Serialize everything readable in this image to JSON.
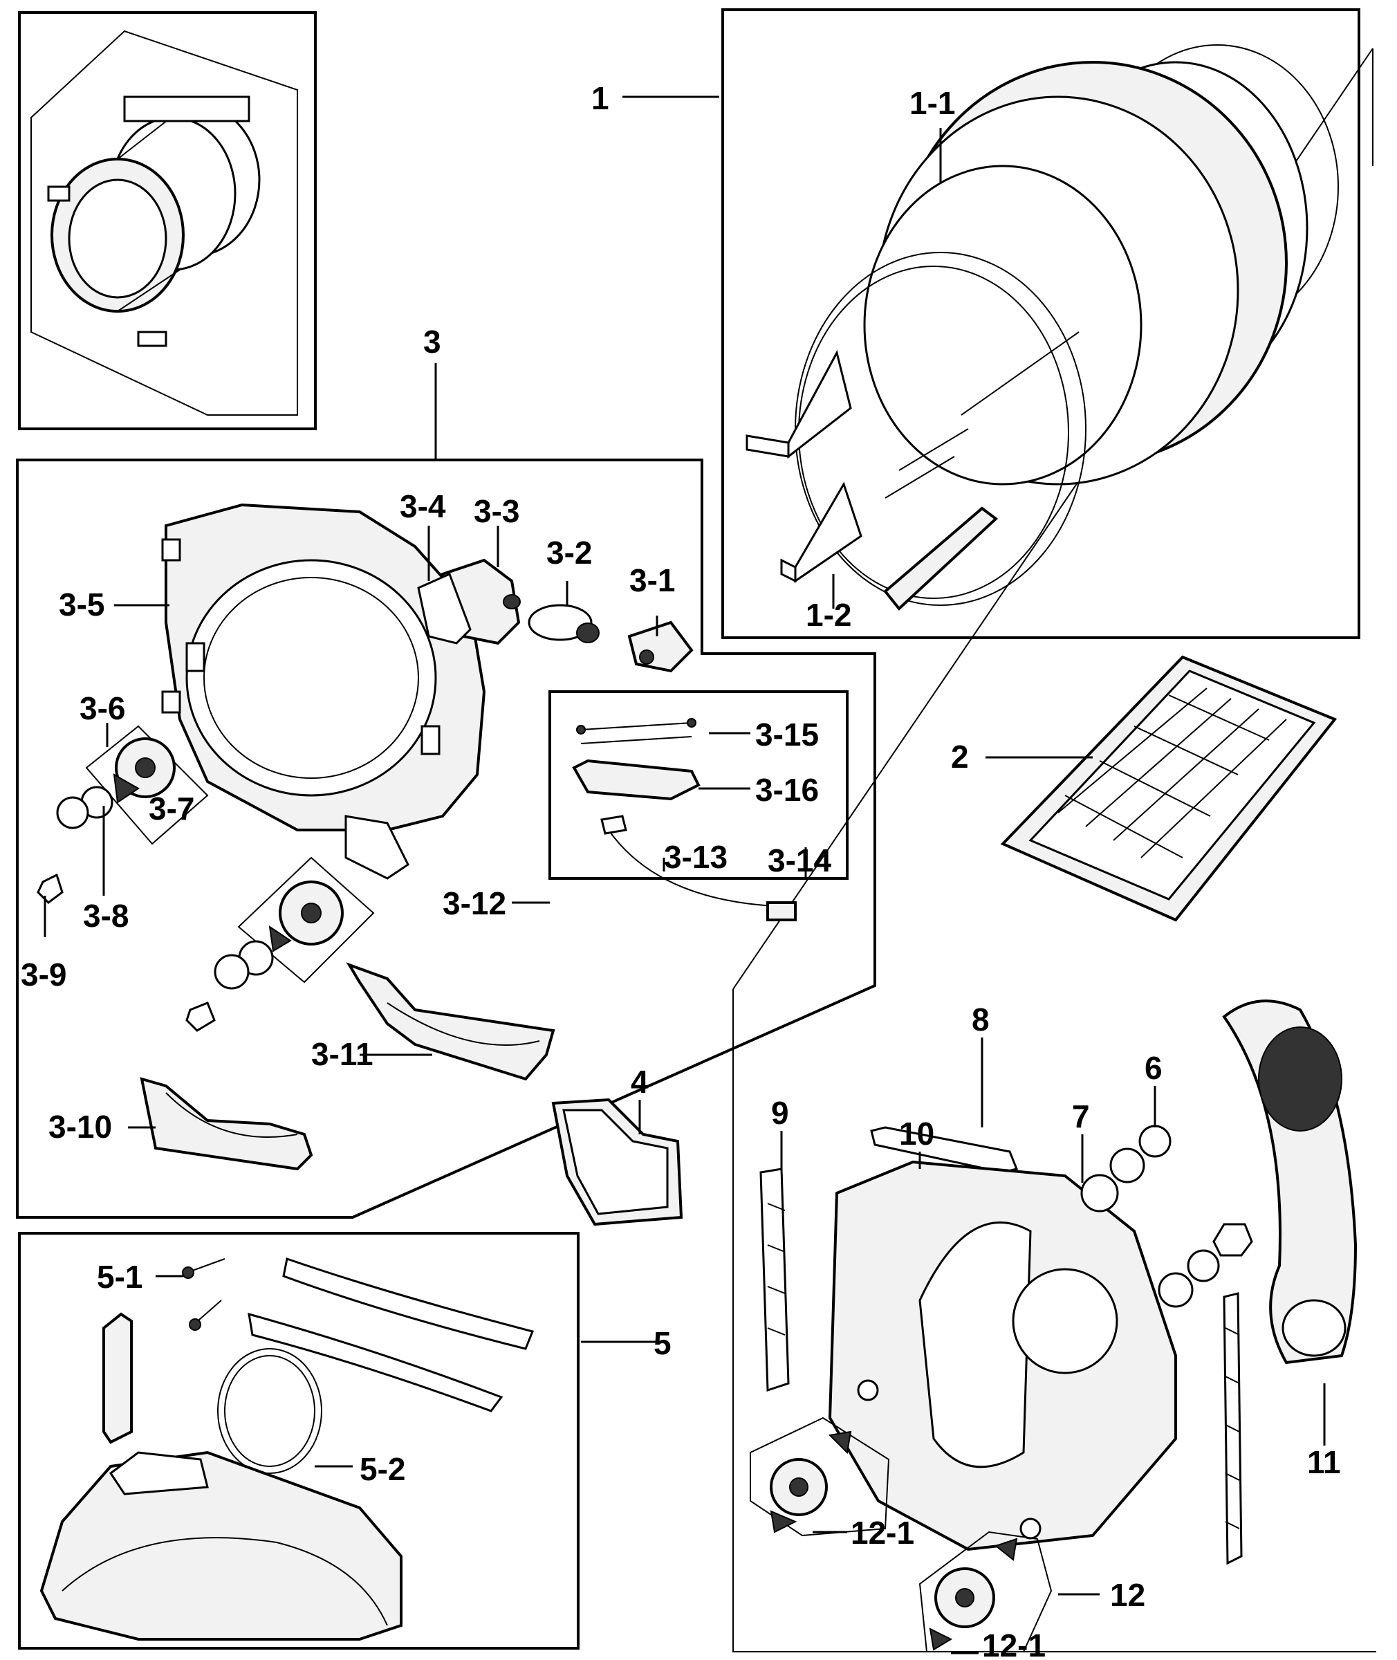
{
  "labels": {
    "l1": "1",
    "l1_1": "1-1",
    "l1_2": "1-2",
    "l2": "2",
    "l3": "3",
    "l3_1": "3-1",
    "l3_2": "3-2",
    "l3_3": "3-3",
    "l3_4": "3-4",
    "l3_5": "3-5",
    "l3_6": "3-6",
    "l3_7": "3-7",
    "l3_8": "3-8",
    "l3_9": "3-9",
    "l3_10": "3-10",
    "l3_11": "3-11",
    "l3_12": "3-12",
    "l3_13": "3-13",
    "l3_14": "3-14",
    "l3_15": "3-15",
    "l3_16": "3-16",
    "l4": "4",
    "l5": "5",
    "l5_1": "5-1",
    "l5_2": "5-2",
    "l6": "6",
    "l7": "7",
    "l8": "8",
    "l9": "9",
    "l10": "10",
    "l11": "11",
    "l12": "12",
    "l12_1a": "12-1",
    "l12_1b": "12-1"
  }
}
